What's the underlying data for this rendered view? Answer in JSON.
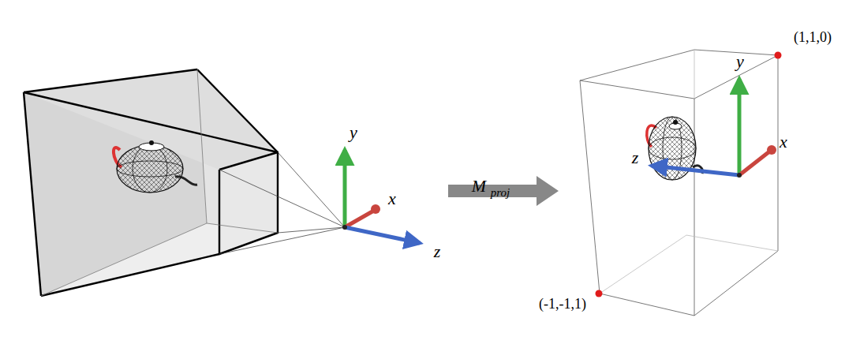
{
  "diagram": {
    "labels": [
      "y",
      "x",
      "z",
      "M",
      "proj",
      "(1,1,0)",
      "y",
      "x",
      "z",
      "(-1,-1,1)"
    ]
  }
}
